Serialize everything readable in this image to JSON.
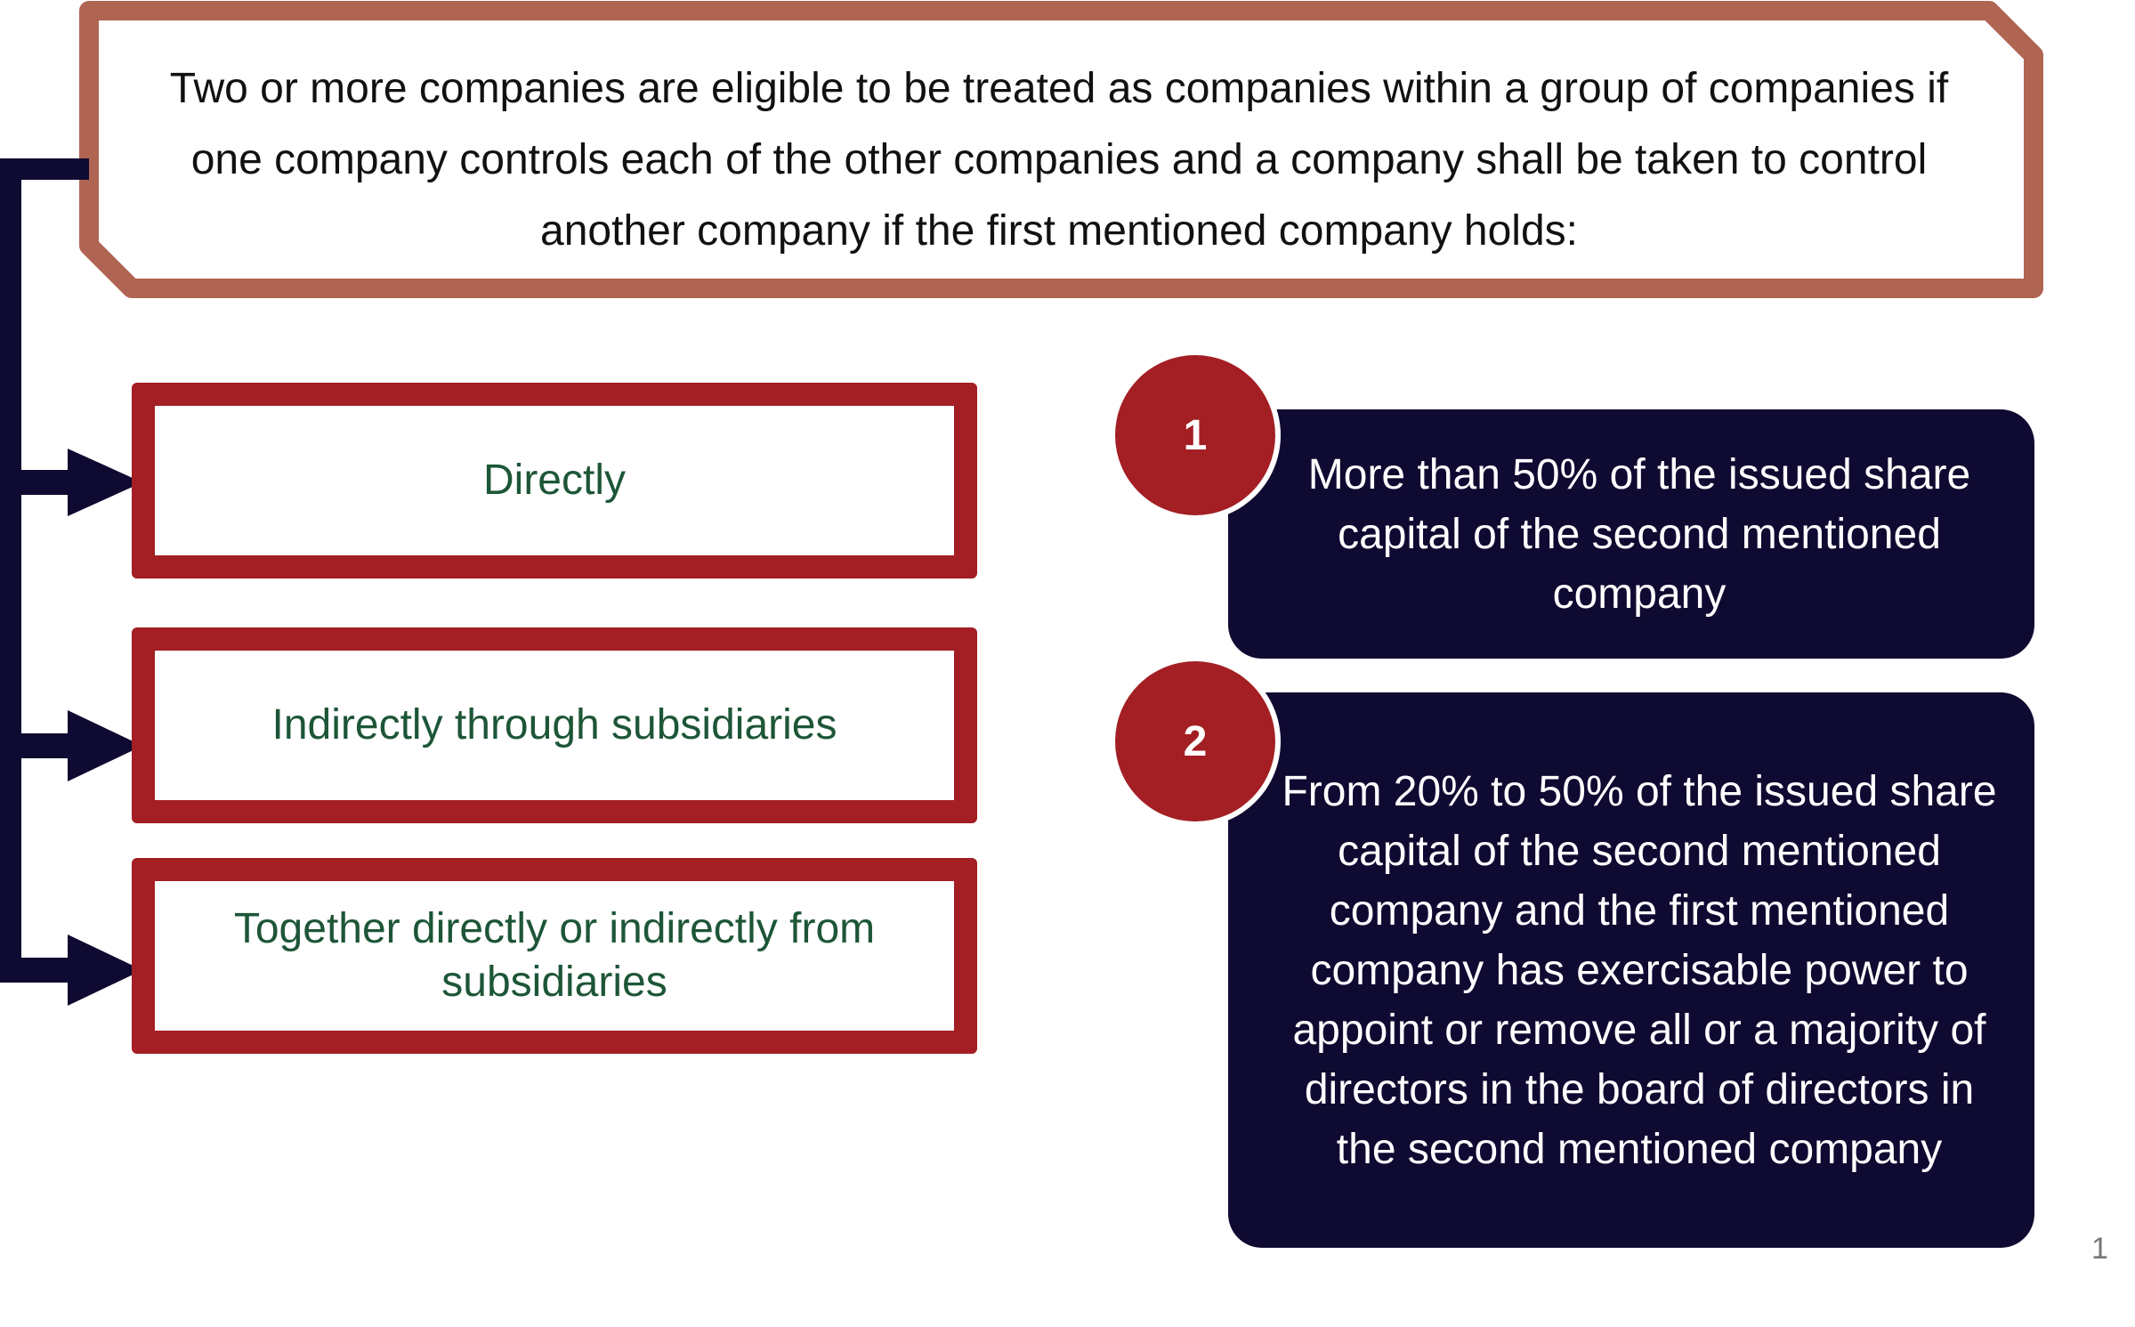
{
  "intro": {
    "text": "Two or more companies are eligible to be treated as companies within a group of companies if one company controls each of the other companies and a company shall be taken to control another company if the first mentioned company holds:"
  },
  "methods": [
    {
      "label": "Directly"
    },
    {
      "label": "Indirectly through subsidiaries"
    },
    {
      "label_line1": "Together directly or indirectly from",
      "label_line2": "subsidiaries"
    }
  ],
  "conditions": [
    {
      "number": "1",
      "text": "More than 50% of the issued share capital of the second mentioned company"
    },
    {
      "number": "2",
      "text": "From 20% to 50% of the issued share capital of the second mentioned company and the first mentioned company has exercisable power to appoint or remove all or a majority of directors in the board of directors in the second mentioned company"
    }
  ],
  "page_number": "1",
  "colors": {
    "header_border": "#b06452",
    "box_border": "#a31f23",
    "method_text": "#1d5637",
    "condition_fill": "#0f0a31",
    "badge_fill": "#a31f23",
    "connector": "#0f0a31"
  }
}
